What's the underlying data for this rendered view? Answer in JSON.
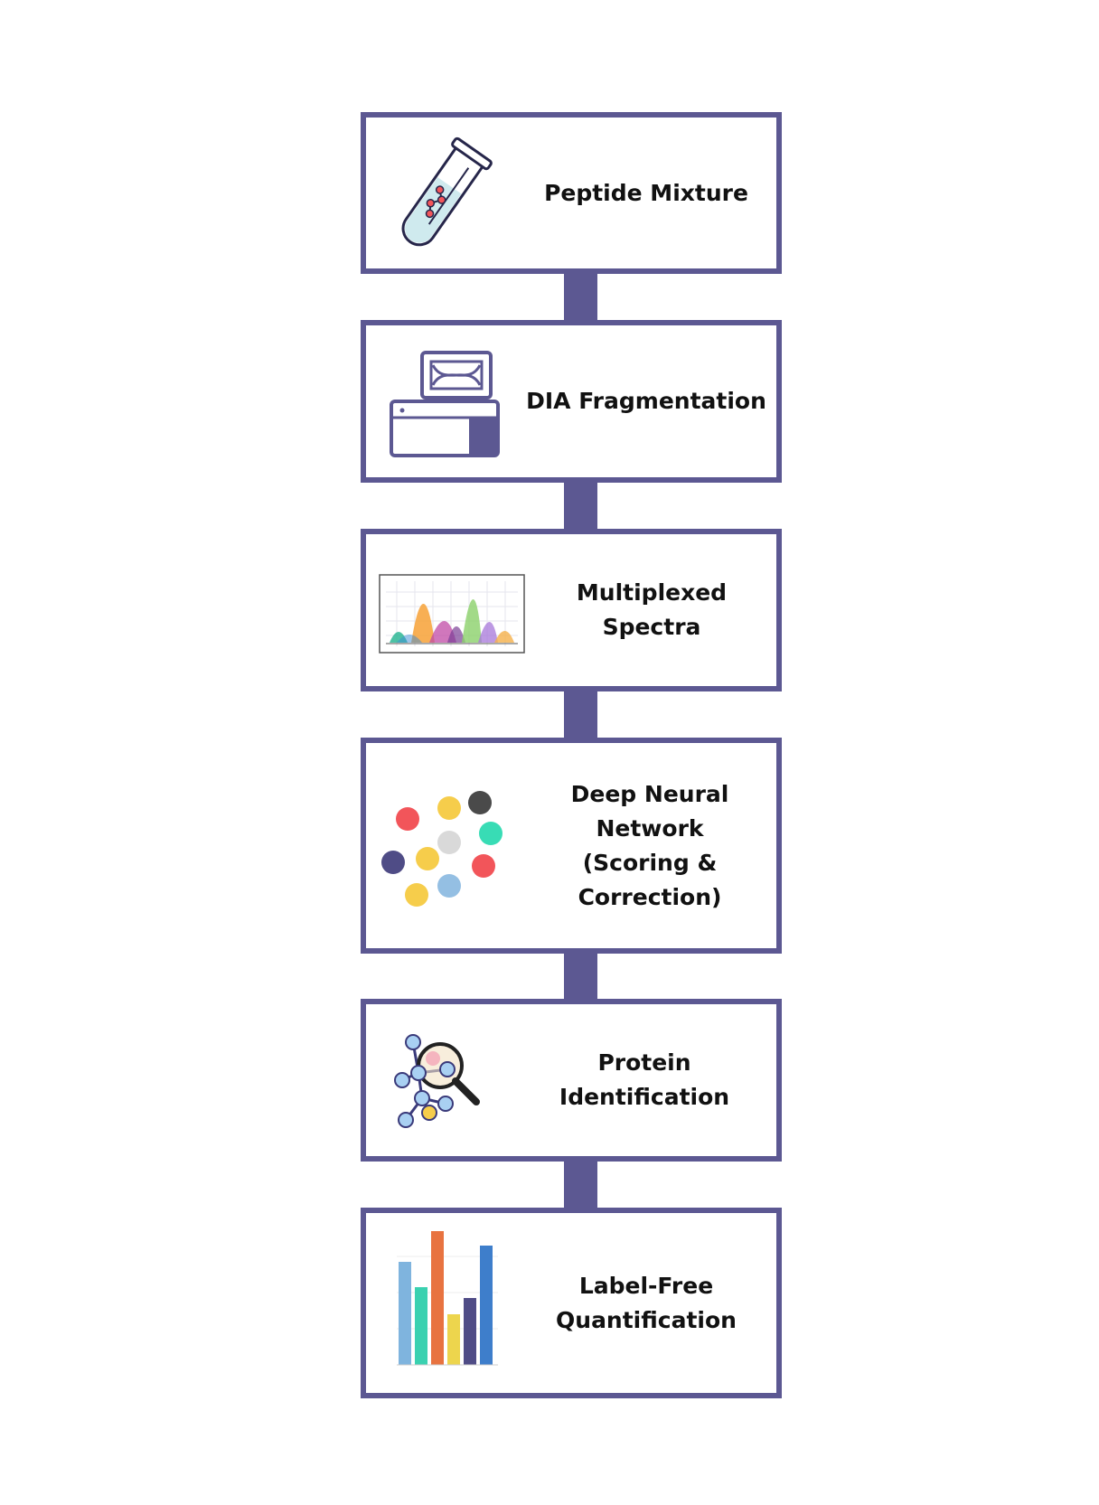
{
  "flow": {
    "steps": [
      {
        "label": "Peptide Mixture",
        "icon": "test-tube-icon"
      },
      {
        "label": "DIA Fragmentation",
        "icon": "mass-spectrometer-icon"
      },
      {
        "label": "Multiplexed Spectra",
        "icon": "spectra-chart-icon"
      },
      {
        "label_lines": [
          "Deep Neural Network",
          "(Scoring & Correction)"
        ],
        "icon": "neural-network-dots-icon"
      },
      {
        "label": "Protein Identification",
        "icon": "protein-magnifier-icon"
      },
      {
        "label_lines": [
          "Label-Free",
          "Quantification"
        ],
        "icon": "bar-chart-icon"
      }
    ]
  },
  "colors": {
    "frame": "#5c5892",
    "text": "#111111",
    "tube_fill": "#cfeaee",
    "dot_red": "#f2555a",
    "dot_yellow": "#f6cd4b",
    "dot_dark": "#4a4a4a",
    "dot_teal": "#38dcb5",
    "dot_gray": "#d9d9d9",
    "dot_navy": "#4f4c86",
    "dot_blue": "#94bfe3",
    "bar_colors": [
      "#7fb4de",
      "#3ad1b0",
      "#e87340",
      "#edd54d",
      "#4f4c86",
      "#3e7ecb"
    ]
  }
}
